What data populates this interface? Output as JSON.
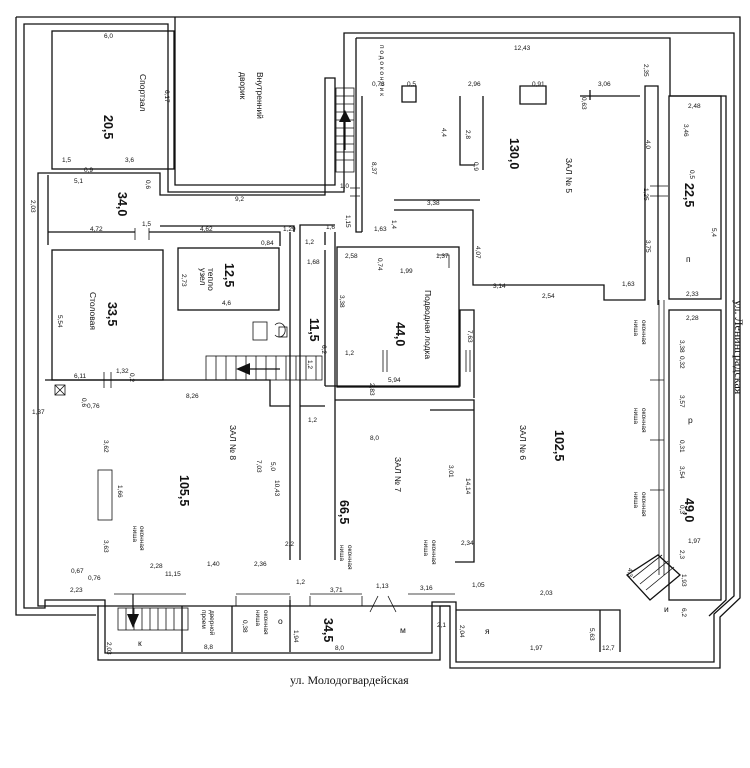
{
  "streets": {
    "bottom": "ул. Молодогвардейская",
    "right": "ул. Ленинградская"
  },
  "rooms": {
    "sportzal": {
      "area": "20,5",
      "name": "Спортзал"
    },
    "dvorik": {
      "name_l1": "Внутренний",
      "name_l2": "дворик"
    },
    "hall_top": {
      "area": "34,0"
    },
    "teplo": {
      "area": "12,5",
      "name_l1": "тепло",
      "name_l2": "узел"
    },
    "stolovaya": {
      "area": "33,5",
      "name": "Столовая"
    },
    "wc": {
      "area": "11,5"
    },
    "podvodnaya": {
      "area": "44,0",
      "name": "Подводная лодка"
    },
    "zal5": {
      "area": "130,0",
      "name": "ЗАЛ № 5"
    },
    "zal6": {
      "area": "102,5",
      "name": "ЗАЛ № 6"
    },
    "zal7": {
      "area": "66,5",
      "name": "ЗАЛ № 7"
    },
    "zal8": {
      "area": "105,5",
      "name": "ЗАЛ № 8"
    },
    "room_p1": {
      "area": "22,5",
      "name": "п"
    },
    "room_r": {
      "area": "49,0",
      "name": "р"
    },
    "vestibule": {
      "area": "34,5",
      "name": "о",
      "name2": "м"
    },
    "room_k": {
      "name": "к"
    },
    "room_ya": {
      "name": "я"
    },
    "room_i": {
      "name": "и"
    }
  },
  "labels": {
    "okonnaya_l1": "оконная",
    "okonnaya_l2": "ниша",
    "dvernoy_l1": "дверной",
    "dvernoy_l2": "проем",
    "podokonny": "п о д о к о н н и к"
  },
  "dims": [
    "6,0",
    "6,17",
    "1,5",
    "3,6",
    "0,9",
    "5,1",
    "0,6",
    "9,2",
    "1,0",
    "2,03",
    "4,72",
    "1,5",
    "4,62",
    "0,84",
    "1,29",
    "1,2",
    "1,6",
    "1,15",
    "2,73",
    "4,6",
    "1,68",
    "6,2",
    "1,2",
    "1,2",
    "5,54",
    "6,11",
    "1,32",
    "0,2",
    "1,37",
    "0,6",
    "0,76",
    "8,26",
    "3,62",
    "1,66",
    "3,63",
    "0,67",
    "2,28",
    "0,76",
    "11,15",
    "1,40",
    "2,36",
    "0,38",
    "2,2",
    "2,23",
    "8,8",
    "2,03",
    "1,94",
    "8,0",
    "2,1",
    "1,2",
    "3,71",
    "1,13",
    "3,16",
    "1,05",
    "7,03",
    "5,0",
    "10,43",
    "8,0",
    "3,01",
    "2,34",
    "0,73",
    "0,5",
    "2,96",
    "0,91",
    "3,06",
    "0,63",
    "2,35",
    "12,43",
    "4,4",
    "2,8",
    "0,9",
    "8,37",
    "3,38",
    "1,4",
    "1,63",
    "4,07",
    "3,14",
    "2,58",
    "0,74",
    "1,37",
    "1,99",
    "3,38",
    "1,2",
    "7,63",
    "2,83",
    "5,94",
    "14,14",
    "2,54",
    "4,0",
    "1,25",
    "3,75",
    "1,63",
    "2,48",
    "3,46",
    "0,5",
    "5,4",
    "2,33",
    "2,28",
    "3,38",
    "0,32",
    "3,57",
    "0,31",
    "3,54",
    "0,3",
    "2,3",
    "1,97",
    "1,93",
    "4,3",
    "6,2",
    "2,03",
    "2,04",
    "5,63",
    "1,97",
    "12,7"
  ]
}
